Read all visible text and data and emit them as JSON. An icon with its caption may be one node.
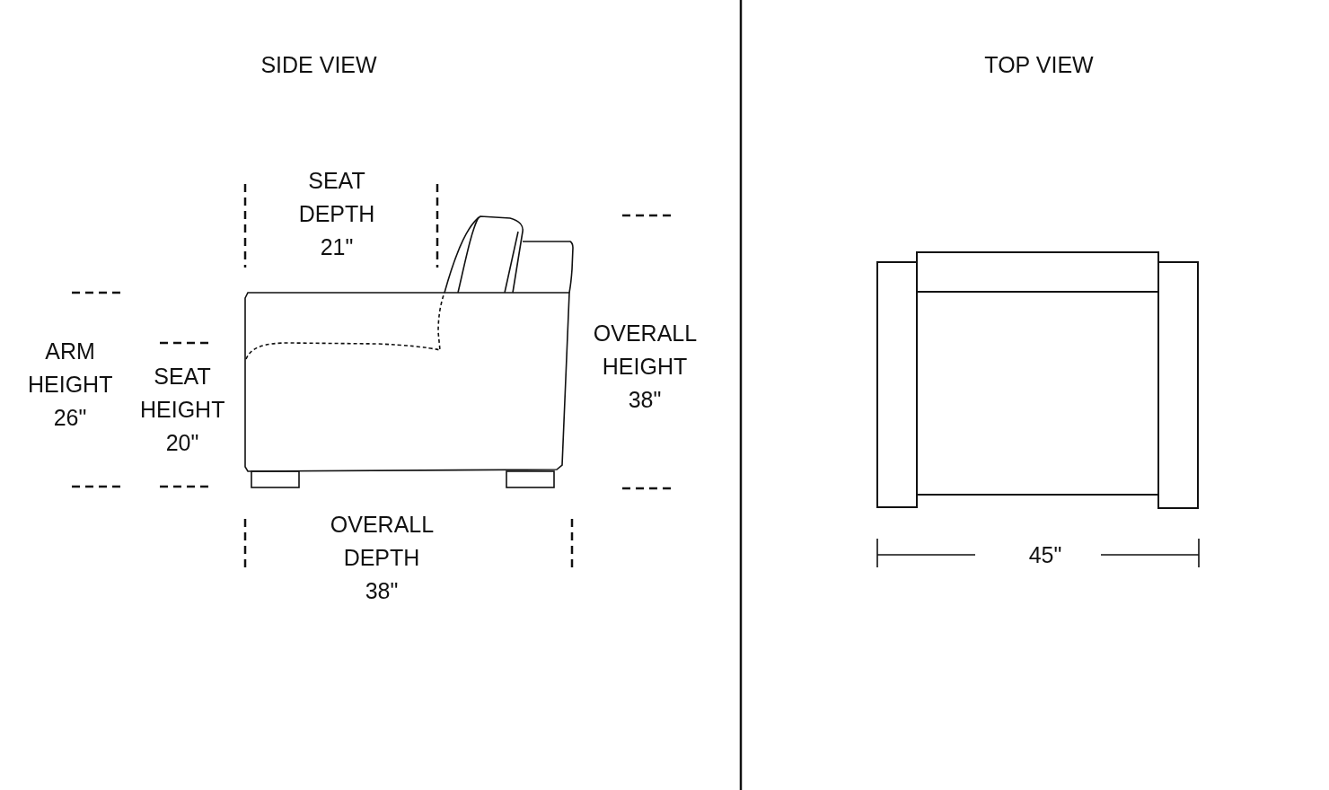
{
  "diagram": {
    "labels": [
      "SIDE VIEW",
      "TOP VIEW",
      "SEAT DEPTH 21\"",
      "ARM HEIGHT 26\"",
      "SEAT HEIGHT 20\"",
      "OVERALL HEIGHT 38\"",
      "OVERALL DEPTH 38\"",
      "45\""
    ]
  }
}
